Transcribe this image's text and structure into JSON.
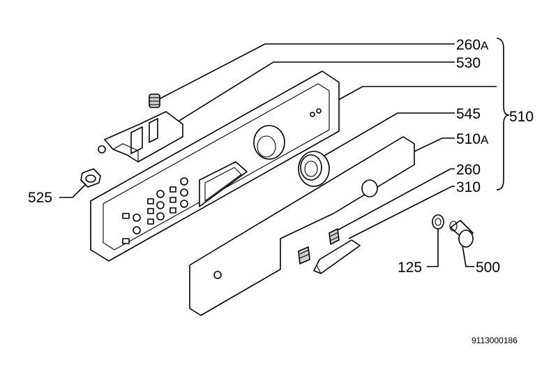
{
  "labels": {
    "l260a": {
      "num": "260",
      "suffix": "A"
    },
    "l530": "530",
    "l545": "545",
    "l510a": {
      "num": "510",
      "suffix": "A"
    },
    "l260": "260",
    "l310": "310",
    "l510": "510",
    "l525": "525",
    "l125": "125",
    "l500": "500"
  },
  "document_number": "9113000186"
}
